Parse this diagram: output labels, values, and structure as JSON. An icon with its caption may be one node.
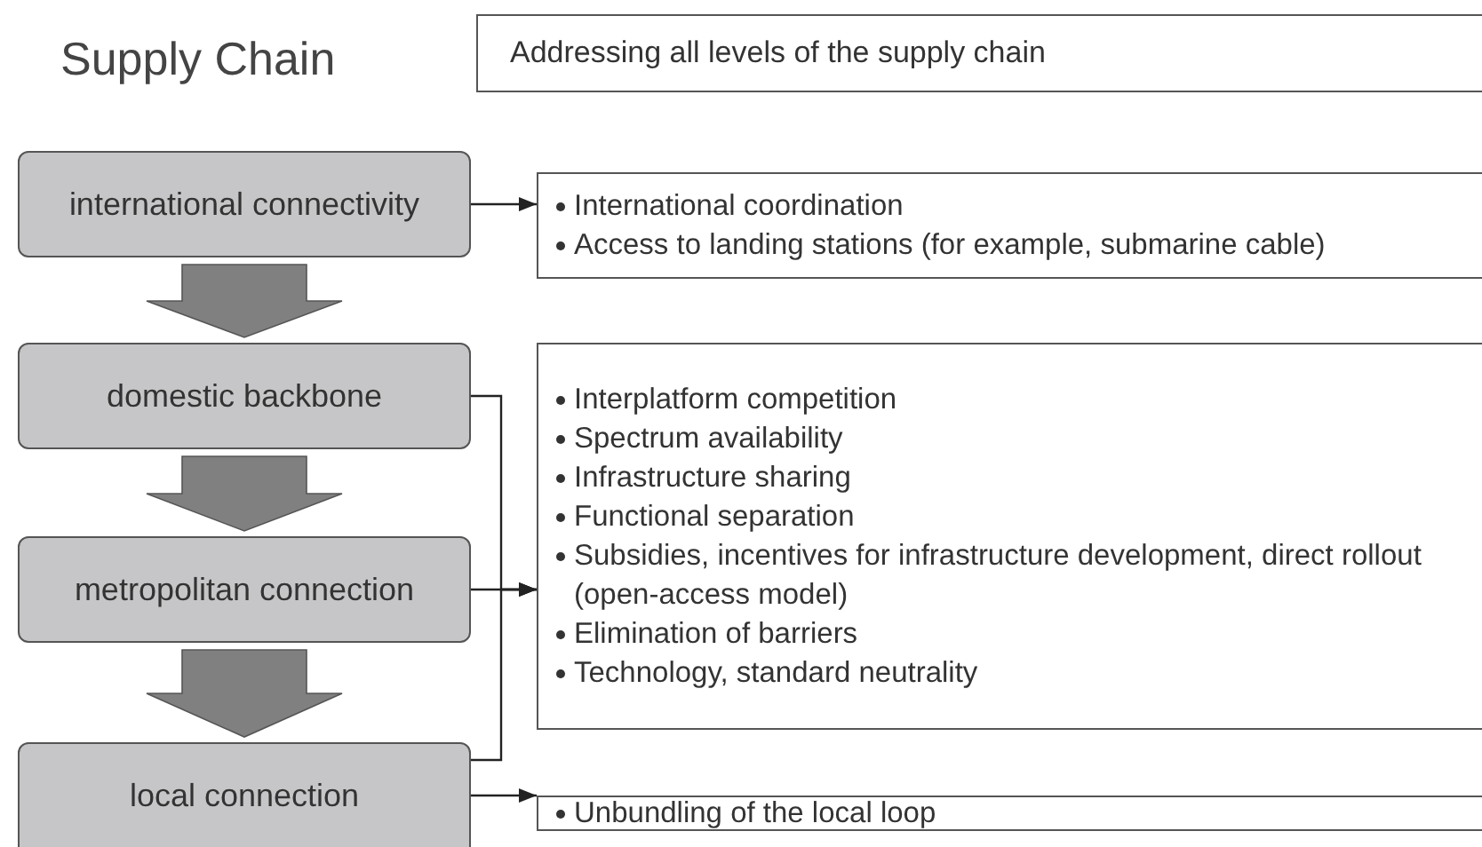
{
  "diagram": {
    "title": "Supply Chain",
    "nodes": [
      {
        "text": [
          "Addressing all levels of the supply chain"
        ]
      },
      {
        "text": [
          "international connectivity"
        ]
      },
      {
        "text": [
          "International coordination",
          "Access to landing stations (for example, submarine cable)"
        ]
      },
      {
        "text": [
          "domestic backbone"
        ]
      },
      {
        "text": [
          "Interplatform competition",
          "Spectrum availability",
          "Infrastructure sharing",
          "Functional separation",
          "Subsidies, incentives for infrastructure development, direct rollout (open-access model)",
          "Elimination of barriers",
          "Technology, standard neutrality"
        ]
      },
      {
        "text": [
          "metropolitan connection"
        ]
      },
      {
        "text": [
          "local connection"
        ]
      },
      {
        "text": [
          "Unbundling of the local loop"
        ]
      }
    ],
    "edges": [
      {
        "from": 1,
        "to": 2,
        "arrow": "to"
      },
      {
        "from": 1,
        "to": 3,
        "arrow": "to",
        "style": "thick"
      },
      {
        "from": 3,
        "to": 4,
        "arrow": "to"
      },
      {
        "from": 3,
        "to": 5,
        "arrow": "to",
        "style": "thick"
      },
      {
        "from": 5,
        "to": 4,
        "arrow": "to"
      },
      {
        "from": 5,
        "to": 6,
        "arrow": "to",
        "style": "thick"
      },
      {
        "from": 6,
        "to": 4,
        "arrow": "to"
      },
      {
        "from": 6,
        "to": 7,
        "arrow": "to"
      }
    ]
  }
}
